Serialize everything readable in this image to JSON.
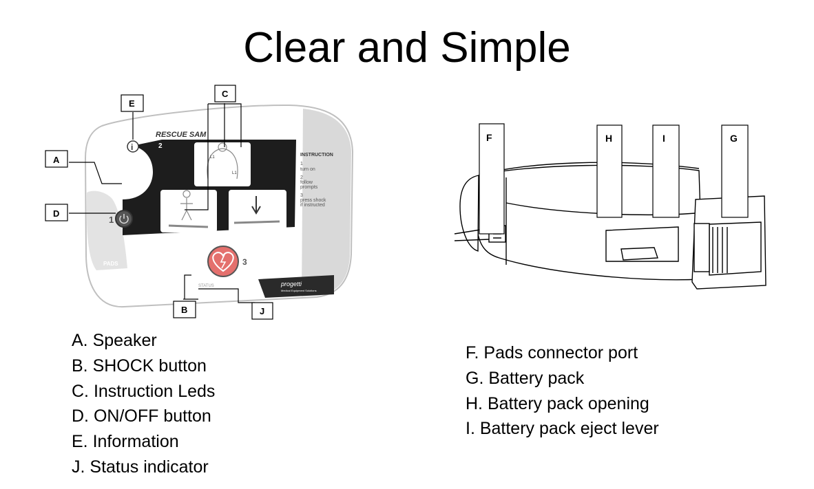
{
  "slide": {
    "title": "Clear and Simple"
  },
  "front_device": {
    "brand": "RESCUE SAM",
    "step_two_number": "2",
    "step_one_number": "1",
    "step_three_number": "3",
    "instructions": {
      "heading": "INSTRUCTION",
      "step1_number": "1",
      "step1_text": "turn on",
      "step2_number": "2",
      "step2_line1": "follow",
      "step2_line2": "prompts",
      "step3_number": "3",
      "step3_line1": "press shock",
      "step3_line2": "if instructed"
    },
    "pad_label_1": "L1",
    "pad_label_2": "L1",
    "pads_label": "PADS",
    "status_label": "STATUS",
    "maker_name": "progetti",
    "maker_tagline": "Medical Equipment Solutions",
    "callouts": {
      "a": "A",
      "b": "B",
      "c": "C",
      "d": "D",
      "e": "E",
      "j": "J"
    }
  },
  "side_device": {
    "callouts": {
      "f": "F",
      "h": "H",
      "i": "I",
      "g": "G"
    }
  },
  "legend_left": [
    "A. Speaker",
    "B. SHOCK button",
    "C. Instruction Leds",
    "D. ON/OFF button",
    "E. Information",
    "J.  Status indicator"
  ],
  "legend_right": [
    "F.  Pads connector port",
    "G. Battery pack",
    "H. Battery pack opening",
    "I.  Battery pack eject lever"
  ],
  "colors": {
    "panel_dark": "#1d1d1d",
    "device_grey": "#d9d9d9",
    "shock_button": "#e4706d"
  }
}
